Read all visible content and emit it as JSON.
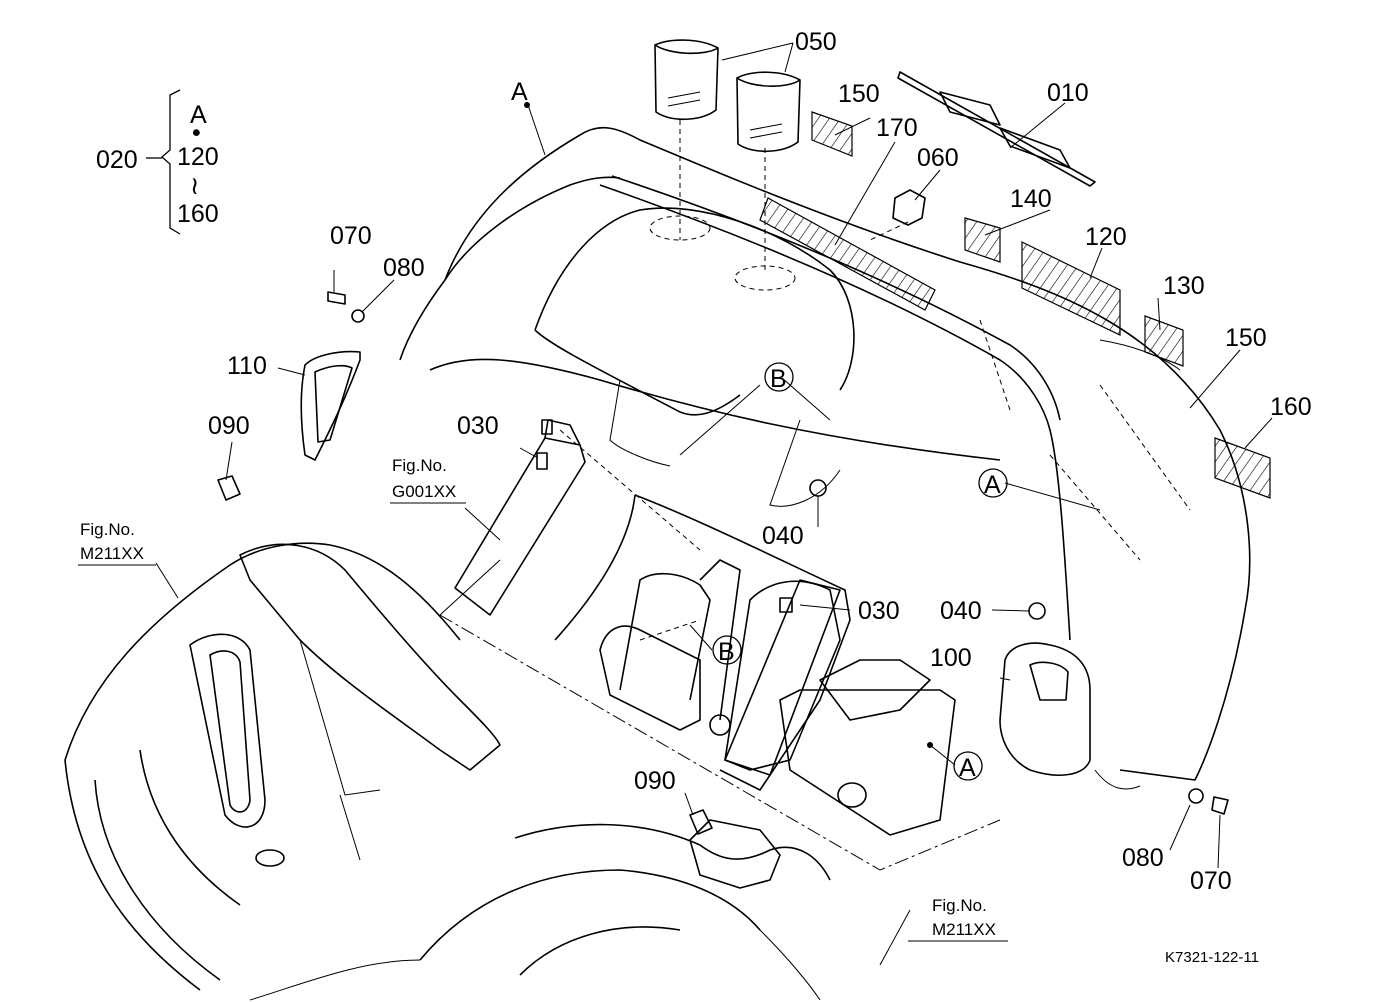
{
  "callouts": {
    "c010": "010",
    "c020": "020",
    "c030a": "030",
    "c030b": "030",
    "c040a": "040",
    "c040b": "040",
    "c050": "050",
    "c060": "060",
    "c070a": "070",
    "c070b": "070",
    "c080a": "080",
    "c080b": "080",
    "c090a": "090",
    "c090b": "090",
    "c100": "100",
    "c110": "110",
    "c120": "120",
    "c130": "130",
    "c140": "140",
    "c150a": "150",
    "c150b": "150",
    "c160": "160",
    "c170": "170"
  },
  "bracket_group": {
    "top": "A",
    "dot": "•",
    "from": "120",
    "tilde": "≀",
    "to": "160"
  },
  "points": {
    "A_top": "A",
    "A_mid": "A",
    "A_low": "A",
    "B_top": "B",
    "B_mid": "B"
  },
  "figure_refs": {
    "left": {
      "title": "Fig.No.",
      "code": "M211XX"
    },
    "mid": {
      "title": "Fig.No.",
      "code": "G001XX"
    },
    "bottom": {
      "title": "Fig.No.",
      "code": "M211XX"
    }
  },
  "doc_id": "K7321-122-11"
}
